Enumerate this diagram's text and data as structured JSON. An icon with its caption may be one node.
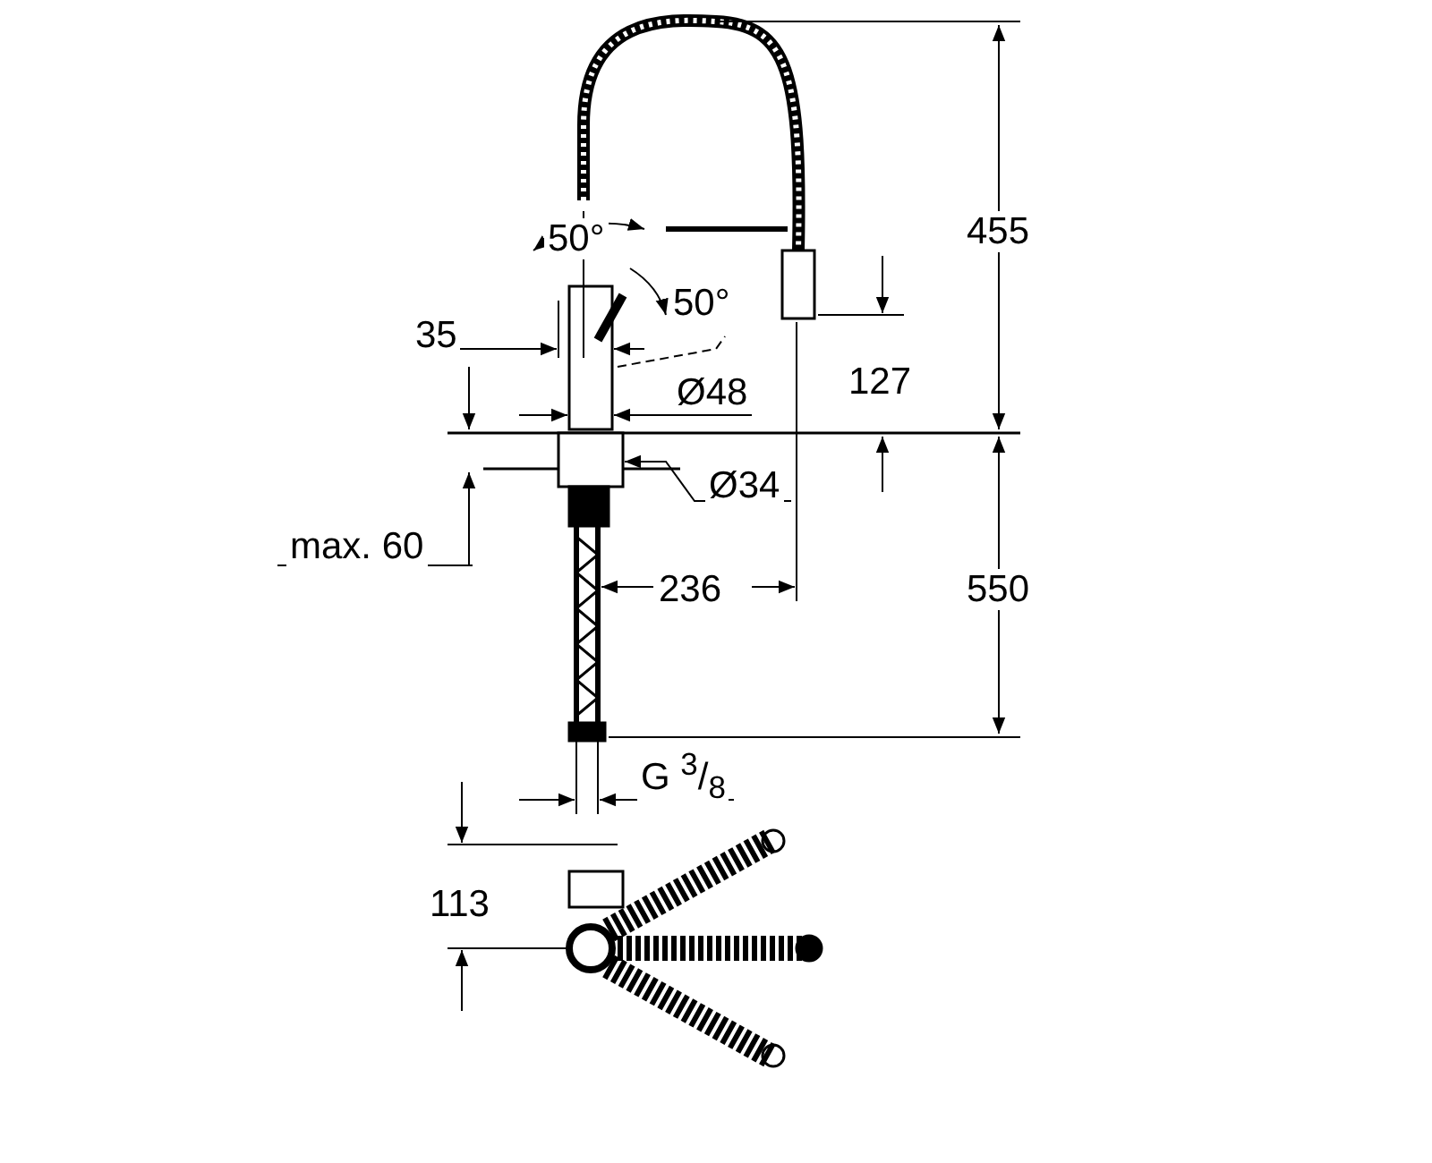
{
  "diagram": {
    "labels": [
      "455",
      "50°",
      "50°",
      "35",
      "127",
      "Ø48",
      "Ø34",
      "max. 60",
      "236",
      "550",
      "G $^{3}$/$_{8}$",
      "113"
    ]
  }
}
